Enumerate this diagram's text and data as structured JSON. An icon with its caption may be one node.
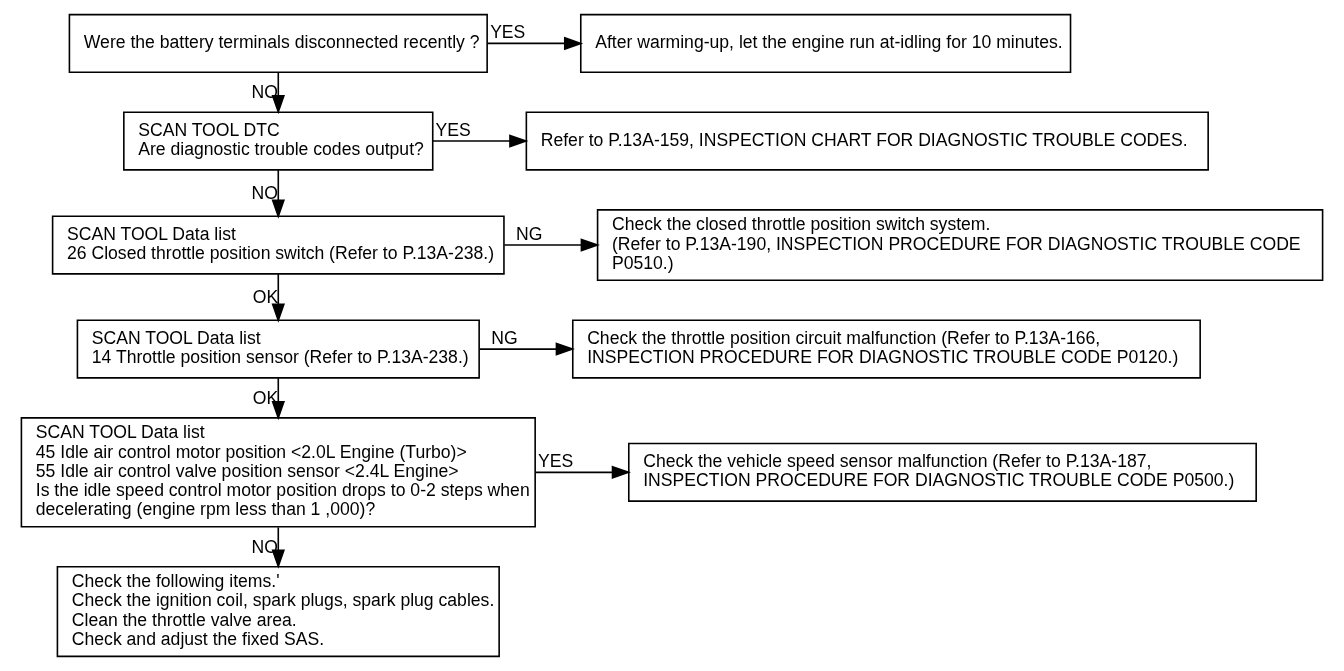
{
  "diagram": {
    "nodes": [
      {
        "text": [
          "Were the battery terminals disconnected recently ?"
        ]
      },
      {
        "text": [
          "After warming-up, let the engine run at-idling for 10 minutes."
        ]
      },
      {
        "text": [
          "SCAN TOOL DTC",
          "Are diagnostic trouble codes output?"
        ]
      },
      {
        "text": [
          "Refer to P.13A-159, INSPECTION CHART FOR DIAGNOSTIC TROUBLE CODES."
        ]
      },
      {
        "text": [
          "SCAN TOOL Data list",
          "26 Closed throttle position switch (Refer to P.13A-238.)"
        ]
      },
      {
        "text": [
          "Check the closed throttle position switch system.",
          "(Refer to P.13A-190, INSPECTION PROCEDURE FOR DIAGNOSTIC TROUBLE CODE P0510.)"
        ]
      },
      {
        "text": [
          "SCAN TOOL Data list",
          "14 Throttle position sensor (Refer to P.13A-238.)"
        ]
      },
      {
        "text": [
          "Check the throttle position circuit malfunction (Refer to P.13A-166, INSPECTION PROCEDURE FOR DIAGNOSTIC TROUBLE CODE P0120.)"
        ]
      },
      {
        "text": [
          "SCAN TOOL Data list",
          "45 Idle air control motor position <2.0L Engine (Turbo)>",
          "55 Idle air control valve position sensor <2.4L Engine>",
          "Is the idle speed control motor position drops to 0-2 steps when decelerating (engine rpm less than 1 ,000)?"
        ]
      },
      {
        "text": [
          "Check the vehicle speed sensor malfunction (Refer to P.13A-187, INSPECTION PROCEDURE FOR DIAGNOSTIC TROUBLE CODE P0500.)"
        ]
      },
      {
        "text": [
          "Check the following items.'",
          "Check the ignition coil, spark plugs, spark plug cables.",
          "Clean the throttle valve area.",
          "Check and adjust the fixed SAS."
        ]
      }
    ],
    "edges": [
      {
        "from": 0,
        "to": 1,
        "arrow": "to",
        "label": "YES"
      },
      {
        "from": 0,
        "to": 2,
        "arrow": "to",
        "label": "NO"
      },
      {
        "from": 2,
        "to": 3,
        "arrow": "to",
        "label": "YES"
      },
      {
        "from": 2,
        "to": 4,
        "arrow": "to",
        "label": "NO"
      },
      {
        "from": 4,
        "to": 5,
        "arrow": "to",
        "label": "NG"
      },
      {
        "from": 4,
        "to": 6,
        "arrow": "to",
        "label": "OK"
      },
      {
        "from": 6,
        "to": 7,
        "arrow": "to",
        "label": "NG"
      },
      {
        "from": 6,
        "to": 8,
        "arrow": "to",
        "label": "OK"
      },
      {
        "from": 8,
        "to": 9,
        "arrow": "to",
        "label": "YES"
      },
      {
        "from": 8,
        "to": 10,
        "arrow": "to",
        "label": "NO"
      }
    ]
  }
}
